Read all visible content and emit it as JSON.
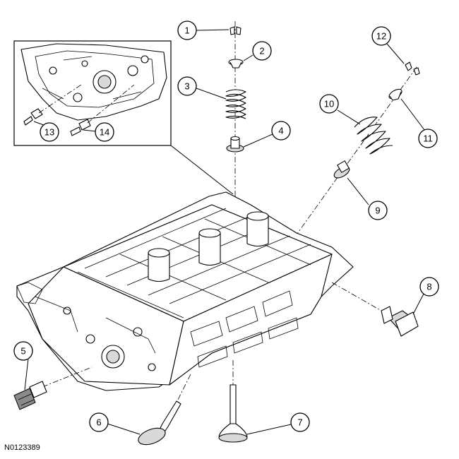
{
  "figure_ref": "N0123389",
  "callouts": [
    "1",
    "2",
    "3",
    "4",
    "5",
    "6",
    "7",
    "8",
    "9",
    "10",
    "11",
    "12",
    "13",
    "14"
  ]
}
